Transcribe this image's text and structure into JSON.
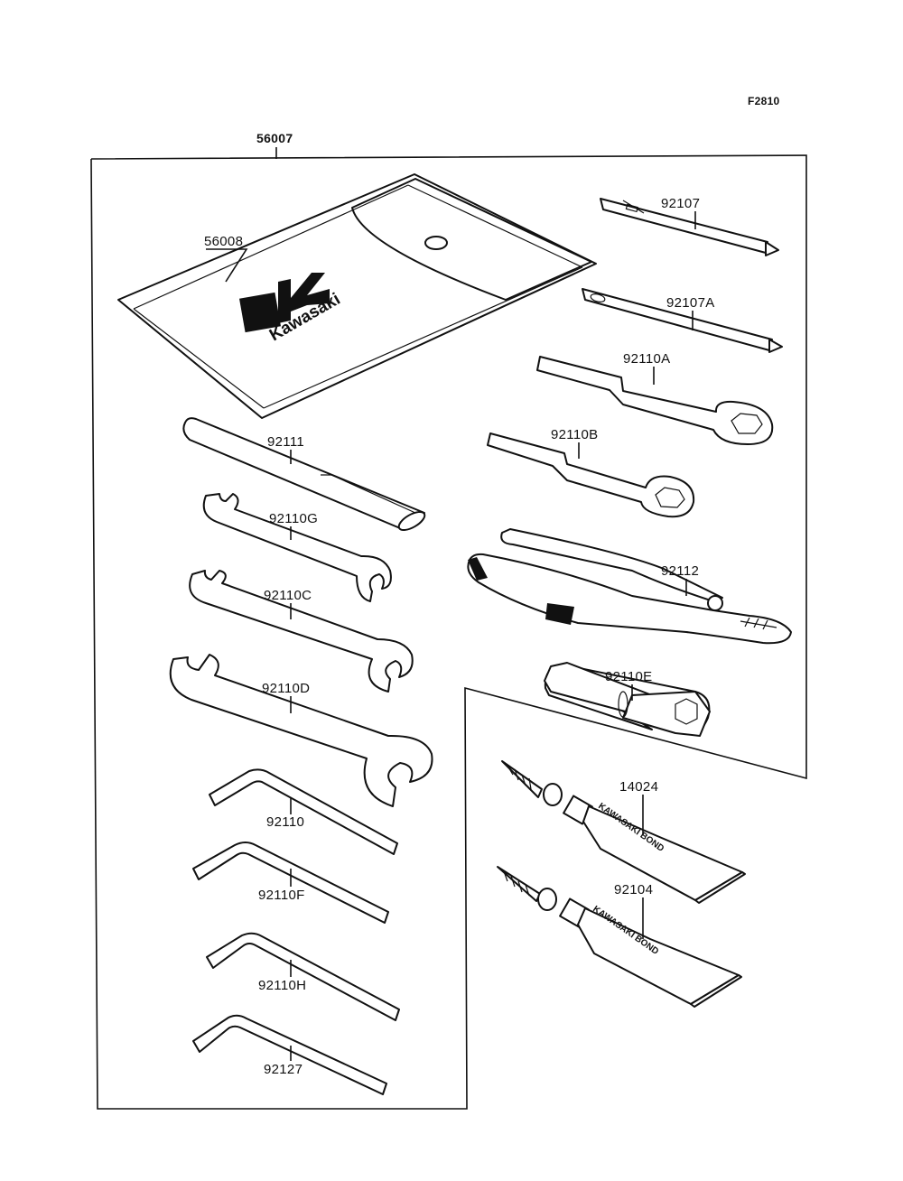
{
  "figure_code": "F2810",
  "kit_part": "56007",
  "brand_mark": "Kawasaki",
  "tube_print": "KAWASAKI BOND",
  "parts": [
    {
      "no": "56008",
      "item": "pouch"
    },
    {
      "no": "92107",
      "item": "screwdriver"
    },
    {
      "no": "92107A",
      "item": "screwdriver"
    },
    {
      "no": "92110A",
      "item": "ring-spanner"
    },
    {
      "no": "92110B",
      "item": "ring-spanner"
    },
    {
      "no": "92111",
      "item": "handle-bar"
    },
    {
      "no": "92110G",
      "item": "open-wrench"
    },
    {
      "no": "92110C",
      "item": "open-wrench"
    },
    {
      "no": "92110D",
      "item": "open-wrench"
    },
    {
      "no": "92112",
      "item": "pliers"
    },
    {
      "no": "92110E",
      "item": "socket-wrench"
    },
    {
      "no": "14024",
      "item": "bond-tube"
    },
    {
      "no": "92104",
      "item": "bond-tube"
    },
    {
      "no": "92110",
      "item": "hex-key"
    },
    {
      "no": "92110F",
      "item": "hex-key"
    },
    {
      "no": "92110H",
      "item": "hex-key"
    },
    {
      "no": "92127",
      "item": "hex-key"
    }
  ]
}
